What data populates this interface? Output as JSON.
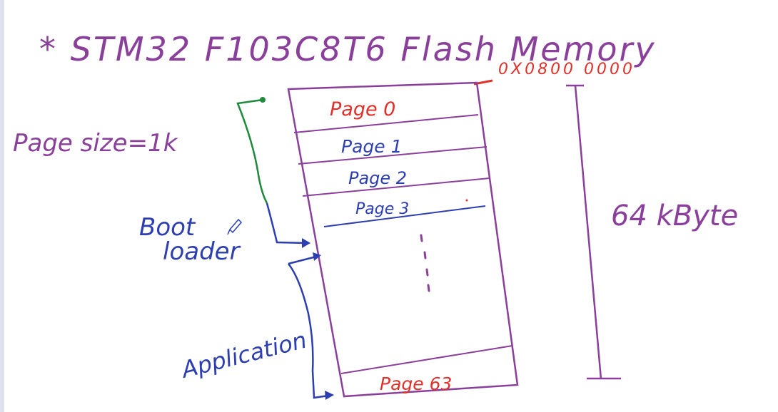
{
  "title": "* STM32 F103C8T6  Flash Memory",
  "start_address": "0X0800 0000",
  "page_size_label": "Page size=1k",
  "total_size_label": "64 kByte",
  "bootloader_label_line1": "Boot",
  "bootloader_label_line2": "loader",
  "application_label": "Application",
  "pages": {
    "page0": "Page 0",
    "page1": "Page 1",
    "page2": "Page 2",
    "page3": "Page 3",
    "page63": "Page 63"
  },
  "colors": {
    "purple": "#8a3f9a",
    "red": "#e0302a",
    "blue": "#2d3fb0",
    "green": "#1e8a3a"
  }
}
